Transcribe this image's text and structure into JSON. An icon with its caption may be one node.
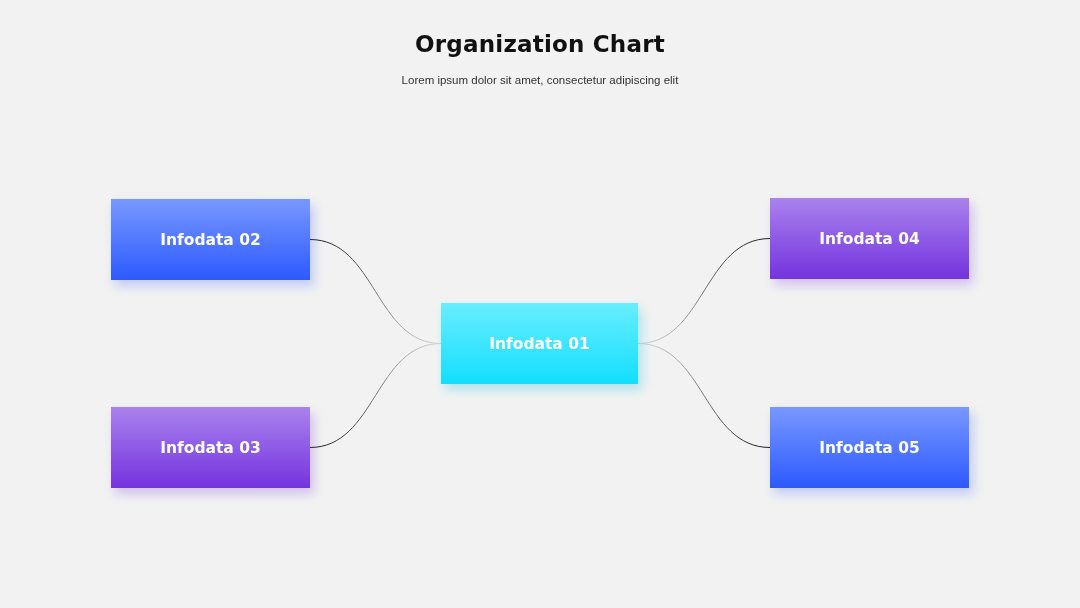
{
  "diagram": {
    "title": "Organization Chart",
    "nodes": [
      {
        "text": [
          "Infodata 02"
        ]
      },
      {
        "text": [
          "Infodata 04"
        ]
      },
      {
        "text": [
          "Infodata 01"
        ]
      },
      {
        "text": [
          "Infodata 03"
        ]
      },
      {
        "text": [
          "Infodata 05"
        ]
      }
    ],
    "edges": [
      {
        "from": 2,
        "to": 0,
        "arrow": "none"
      },
      {
        "from": 2,
        "to": 3,
        "arrow": "none"
      },
      {
        "from": 2,
        "to": 1,
        "arrow": "none"
      },
      {
        "from": 2,
        "to": 4,
        "arrow": "none"
      }
    ],
    "labels": [
      "Lorem ipsum dolor sit amet, consectetur adipiscing elit"
    ]
  }
}
